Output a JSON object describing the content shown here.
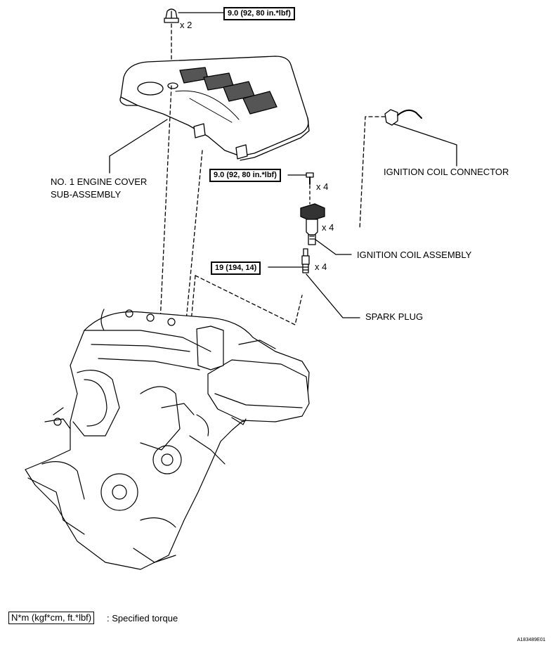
{
  "torques": {
    "cover_nut": "9.0 (92, 80 in.*lbf)",
    "coil_bolt": "9.0 (92, 80 in.*lbf)",
    "spark_plug": "19 (194, 14)"
  },
  "quantities": {
    "cover_nut": "x 2",
    "coil_bolt": "x 4",
    "coil": "x 4",
    "spark_plug": "x 4"
  },
  "labels": {
    "engine_cover_line1": "NO. 1 ENGINE COVER",
    "engine_cover_line2": "SUB-ASSEMBLY",
    "ignition_coil_connector": "IGNITION COIL CONNECTOR",
    "ignition_coil_assembly": "IGNITION COIL ASSEMBLY",
    "spark_plug": "SPARK PLUG"
  },
  "legend": {
    "unit": "N*m (kgf*cm, ft.*lbf)",
    "description": ": Specified torque"
  },
  "figure_id": "A183489E01"
}
